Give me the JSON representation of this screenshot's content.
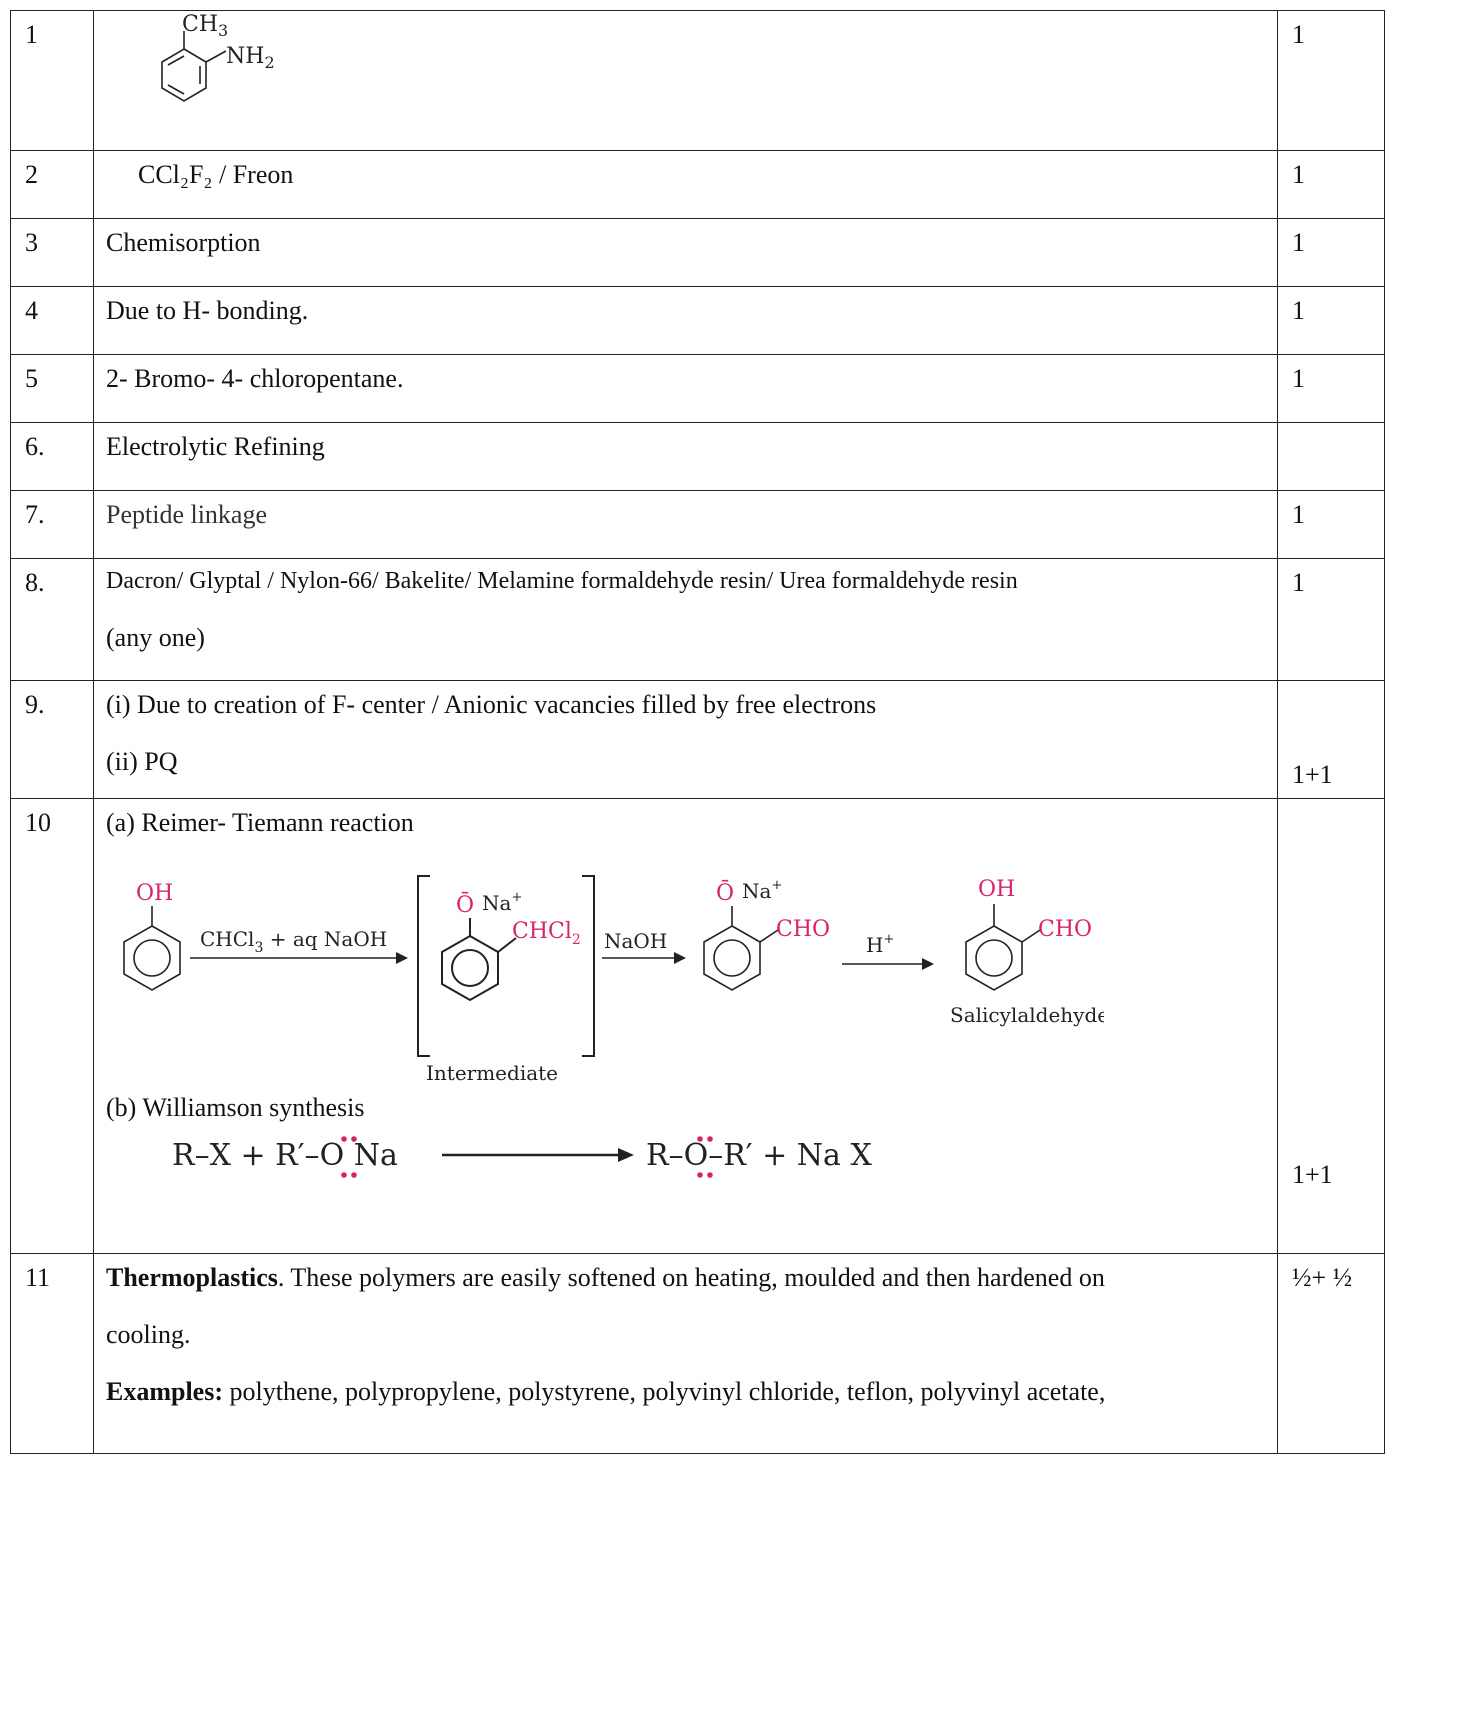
{
  "rows": [
    {
      "no": "1",
      "mark": "1",
      "answer": {
        "ch3": "CH",
        "ch3_sub": "3",
        "nh2": "NH",
        "nh2_sub": "2"
      }
    },
    {
      "no": "2",
      "mark": "1",
      "answer": "CCl₂F₂ / Freon"
    },
    {
      "no": "3",
      "mark": "1",
      "answer": "Chemisorption"
    },
    {
      "no": "4",
      "mark": "1",
      "answer": "Due to H- bonding."
    },
    {
      "no": "5",
      "mark": "1",
      "answer": "2- Bromo- 4- chloropentane."
    },
    {
      "no": "6.",
      "mark": "",
      "answer": "Electrolytic Refining"
    },
    {
      "no": "7.",
      "mark": "1",
      "answer": "Peptide linkage"
    },
    {
      "no": "8.",
      "mark": "1",
      "answer": "Dacron/ Glyptal / Nylon-66/ Bakelite/ Melamine formaldehyde resin/ Urea formaldehyde resin",
      "answer2": "(any one)"
    },
    {
      "no": "9.",
      "mark": "1+1",
      "line1": "(i) Due to creation of  F- center / Anionic vacancies filled by free electrons",
      "line2": "(ii) PQ"
    },
    {
      "no": "10",
      "mark": "1+1",
      "line_a": "(a) Reimer- Tiemann reaction",
      "line_b": "(b) Williamson synthesis",
      "scheme": {
        "oh": "OH",
        "reagent": "CHCl",
        "reagent_sub": "3",
        "reagent_rest": " + aq NaOH",
        "o_minus": "Ō",
        "na": "Na",
        "plus": "+",
        "chcl2": "CHCl",
        "chcl2_sub": "2",
        "naoh": "NaOH",
        "cho": "CHO",
        "h_plus": "H",
        "intermediate": "Intermediate",
        "salicyl": "Salicylaldehyde"
      },
      "williamson": {
        "lhs": "R–X + R′–",
        "o": "O",
        "na": " Na",
        "rhs1": "R–",
        "rhs2": "–R′ + Na X"
      }
    },
    {
      "no": "11",
      "mark": "½+ ½",
      "label": "Thermoplastics",
      "text": ". These polymers are easily softened on heating, moulded and then hardened on",
      "text2": "cooling.",
      "ex_label": "Examples:",
      "ex_text": " polythene, polypropylene, polystyrene, polyvinyl chloride, teflon, polyvinyl acetate,"
    }
  ]
}
